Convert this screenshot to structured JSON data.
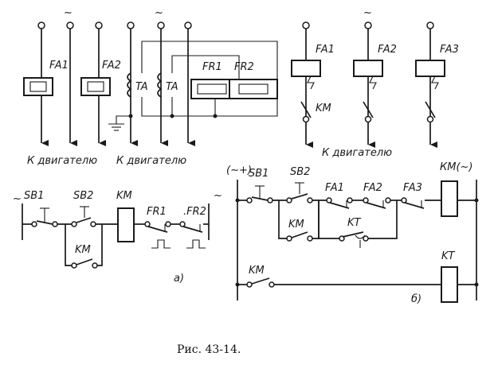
{
  "labels": {
    "tilde": "~",
    "fa1": "FA1",
    "fa2": "FA2",
    "fa3": "FA3",
    "fr1": "FR1",
    "fr2": "FR2",
    "ta": "TA",
    "km": "KM",
    "kt": "KT",
    "sb1": "SB1",
    "sb2": "SB2",
    "to_motor": "К двигателю",
    "km_supply": "КМ(~)",
    "plus_tilde": "(~+)",
    "fr2_dotted": ".FR2",
    "part_a": "а)",
    "part_b": "б)"
  },
  "caption": "Рис.  43-14."
}
